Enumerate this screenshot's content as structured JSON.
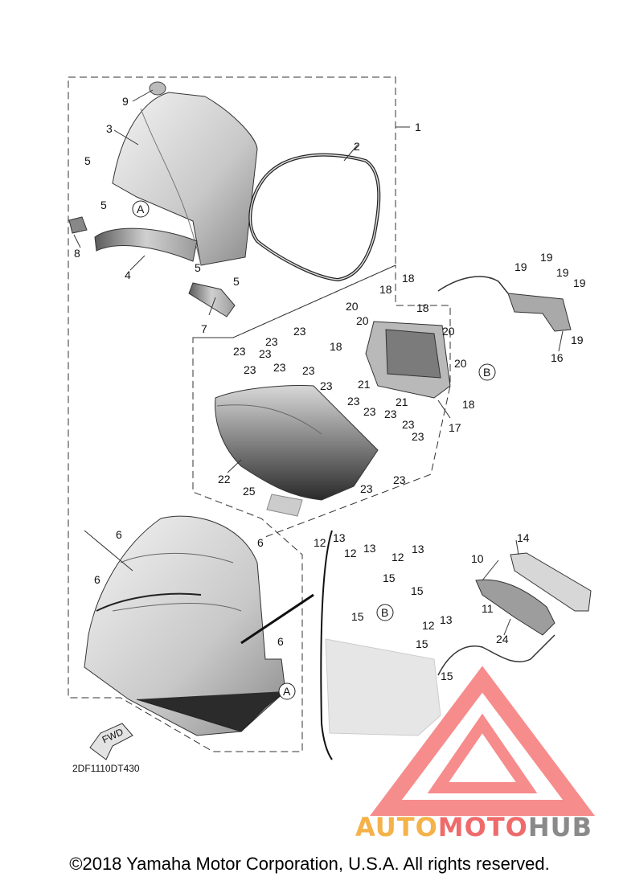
{
  "drawing_code": "2DF1110DT430",
  "fwd_label": "FWD",
  "callouts": [
    "1",
    "2",
    "3",
    "4",
    "5",
    "6",
    "7",
    "8",
    "9",
    "10",
    "11",
    "12",
    "13",
    "14",
    "15",
    "16",
    "17",
    "18",
    "19",
    "20",
    "21",
    "22",
    "23",
    "24",
    "25",
    "A",
    "B"
  ],
  "watermark": {
    "part1": "AUTO",
    "part2": "MOTO",
    "part3": "HUB",
    "colors": [
      "#f5b24a",
      "#ef6b6b",
      "#8a8a8a"
    ]
  },
  "copyright": "©2018 Yamaha Motor Corporation, U.S.A. All rights reserved."
}
